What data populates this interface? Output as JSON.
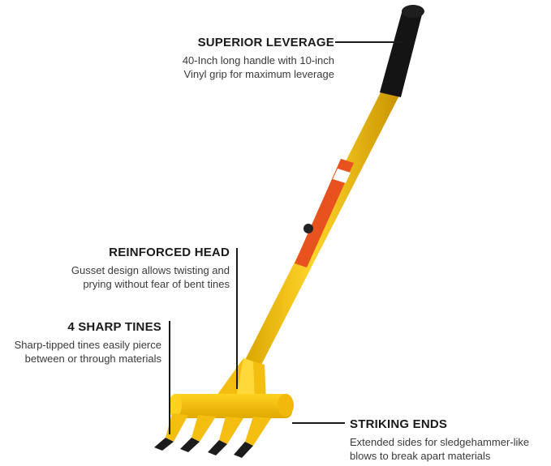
{
  "callouts": {
    "superior_leverage": {
      "title": "SUPERIOR LEVERAGE",
      "lines": [
        "40-Inch long handle with 10-inch",
        "Vinyl grip for maximum leverage"
      ]
    },
    "reinforced_head": {
      "title": "REINFORCED HEAD",
      "lines": [
        "Gusset design allows twisting and",
        "prying without fear of bent tines"
      ]
    },
    "sharp_tines": {
      "title": "4 SHARP TINES",
      "lines": [
        "Sharp-tipped tines easily pierce",
        "between or through materials"
      ]
    },
    "striking_ends": {
      "title": "STRIKING ENDS",
      "lines": [
        "Extended sides for sledgehammer-like",
        "blows to break apart materials"
      ]
    }
  },
  "colors": {
    "handle_yellow": "#f5c518",
    "grip_black": "#111111",
    "label_orange": "#e8521e",
    "tine_tip": "#1c1c1c"
  }
}
